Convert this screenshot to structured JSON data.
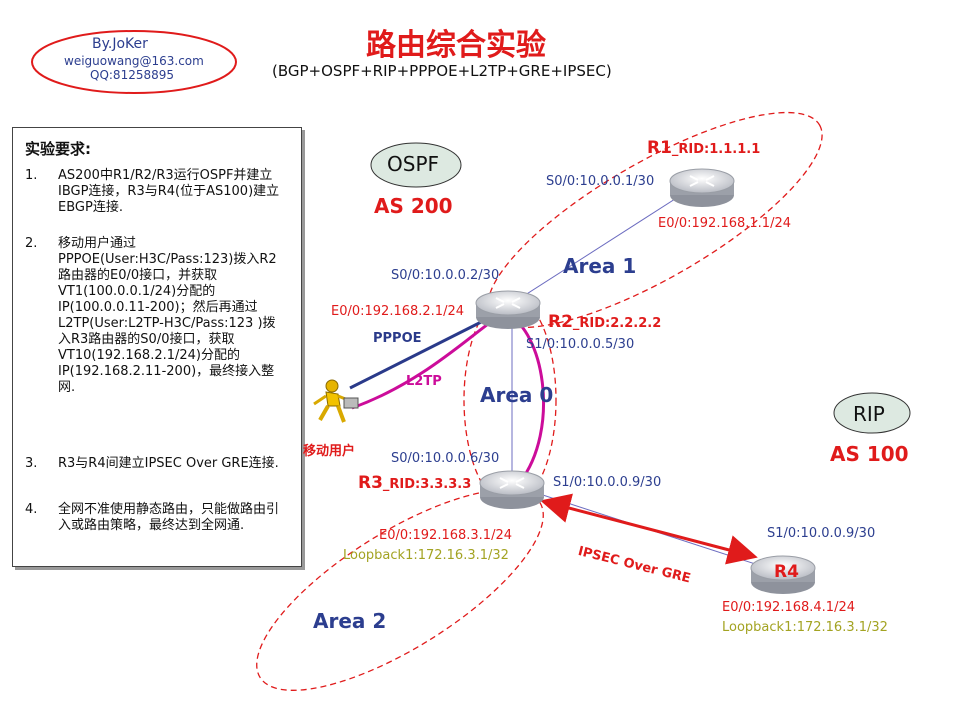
{
  "title": "路由综合实验",
  "subtitle": "(BGP+OSPF+RIP+PPPOE+L2TP+GRE+IPSEC)",
  "author": {
    "name": "By.JoKer",
    "email": "weiguowang@163.com",
    "qq": "QQ:81258895"
  },
  "requirements": {
    "heading": "实验要求:",
    "items": [
      {
        "num": "1.",
        "text": "AS200中R1/R2/R3运行OSPF并建立IBGP连接，R3与R4(位于AS100)建立EBGP连接."
      },
      {
        "num": "2.",
        "text": "移动用户通过PPPOE(User:H3C/Pass:123)拨入R2路由器的E0/0接口，并获取VT1(100.0.0.1/24)分配的IP(100.0.0.11-200)；然后再通过L2TP(User:L2TP-H3C/Pass:123 )拨入R3路由器的S0/0接口，获取VT10(192.168.2.1/24)分配的IP(192.168.2.11-200)，最终接入整网."
      },
      {
        "num": "3.",
        "text": "R3与R4间建立IPSEC Over GRE连接."
      },
      {
        "num": "4.",
        "text": "全网不准使用静态路由，只能做路由引入或路由策略，最终达到全网通."
      }
    ]
  },
  "domains": {
    "ospf_label": "OSPF",
    "as200": "AS 200",
    "rip_label": "RIP",
    "as100": "AS 100",
    "area1": "Area 1",
    "area0": "Area 0",
    "area2": "Area 2"
  },
  "routers": {
    "r1": {
      "name": "R1",
      "rid": "_RID:1.1.1.1",
      "s00": "S0/0:10.0.0.1/30",
      "e00": "E0/0:192.168.1.1/24"
    },
    "r2": {
      "name": "R2",
      "rid": "_RID:2.2.2.2",
      "s00": "S0/0:10.0.0.2/30",
      "e00": "E0/0:192.168.2.1/24",
      "s10": "S1/0:10.0.0.5/30"
    },
    "r3": {
      "name": "R3",
      "rid": "_RID:3.3.3.3",
      "s00": "S0/0:10.0.0.6/30",
      "s10": "S1/0:10.0.0.9/30",
      "e00": "E0/0:192.168.3.1/24",
      "loopback": "Loopback1:172.16.3.1/32"
    },
    "r4": {
      "name": "R4",
      "s10": "S1/0:10.0.0.9/30",
      "e00": "E0/0:192.168.4.1/24",
      "loopback": "Loopback1:172.16.3.1/32"
    }
  },
  "links": {
    "pppoe": "PPPOE",
    "l2tp": "L2TP",
    "ipsec": "IPSEC Over GRE"
  },
  "mobile_user": "移动用户",
  "colors": {
    "red": "#e01b1b",
    "blue": "#2c3e8f",
    "olive": "#a3a322",
    "magenta": "#cc0c9a",
    "pppoe_line": "#2a3a8a"
  }
}
